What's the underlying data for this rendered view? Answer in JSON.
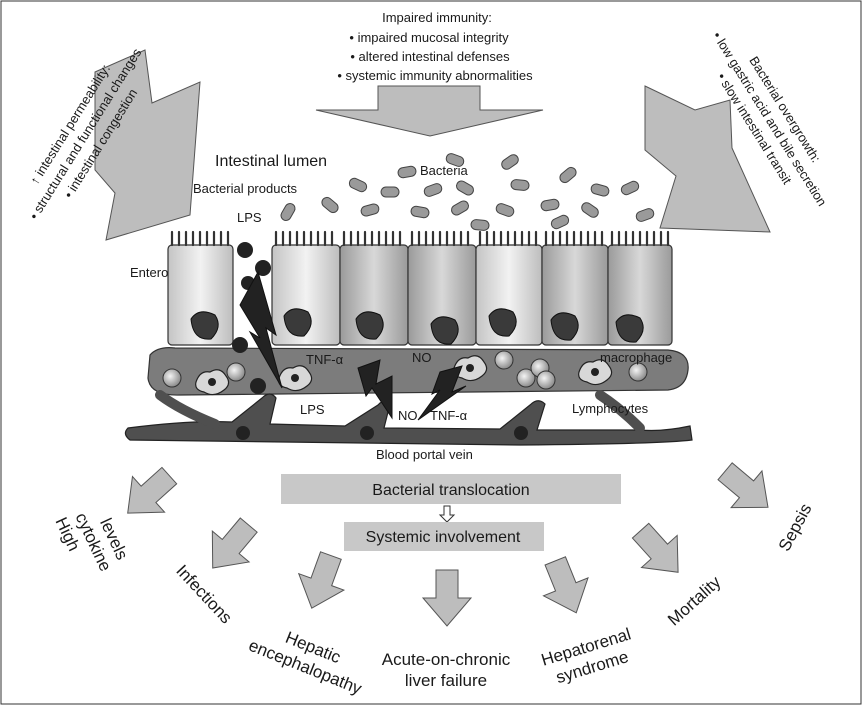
{
  "impaired_immunity": {
    "title": "Impaired immunity:",
    "items": [
      "• impaired mucosal integrity",
      "• altered intestinal defenses",
      "• systemic immunity abnormalities"
    ]
  },
  "permeability": {
    "title": "↑ intestinal permeability:",
    "items": [
      "• structural and functional changes",
      "• intestinal congestion"
    ]
  },
  "overgrowth": {
    "title": "Bacterial overgrowth:",
    "items": [
      "• low gastric acid and bile secretion",
      "• slow intestinal transit"
    ]
  },
  "labels": {
    "intestinal_lumen": "Intestinal lumen",
    "bacteria": "Bacteria",
    "bacterial_products": "Bacterial products",
    "lps_top": "LPS",
    "enterocyte": "Enterocyte",
    "tnf_alpha_top": "TNF-α",
    "no_top": "NO",
    "macrophage": "macrophage",
    "lps_bottom": "LPS",
    "no_bottom": "NO",
    "tnf_alpha_bottom": "TNF-α",
    "lymphocytes": "Lymphocytes",
    "blood_portal_vein": "Blood portal vein"
  },
  "flow": {
    "translocation": "Bacterial translocation",
    "systemic": "Systemic involvement"
  },
  "outcomes": {
    "cytokine": [
      "High",
      "cytokine",
      "levels"
    ],
    "infections": "Infections",
    "encephalopathy": [
      "Hepatic",
      "encephalopathy"
    ],
    "aclf": [
      "Acute-on-chronic",
      "liver failure"
    ],
    "hepatorenal": [
      "Hepatorenal",
      "syndrome"
    ],
    "mortality": "Mortality",
    "sepsis": "Sepsis"
  }
}
